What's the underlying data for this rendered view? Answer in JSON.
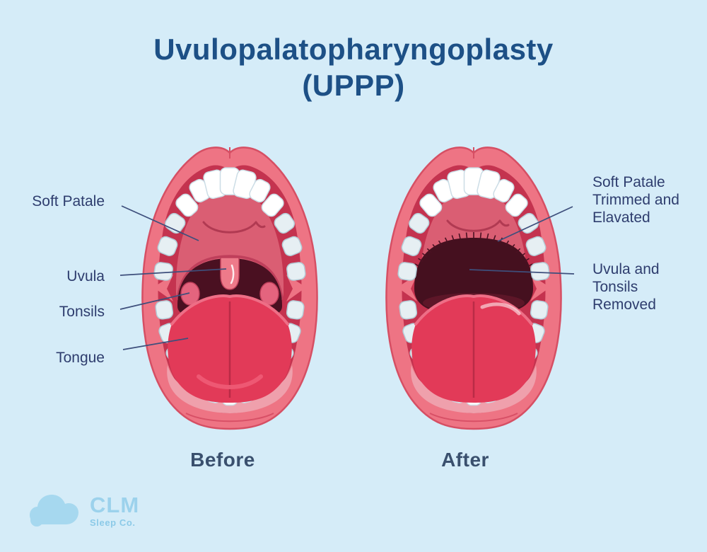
{
  "title": {
    "line1": "Uvulopalatopharyngoplasty",
    "line2": "(UPPP)"
  },
  "before": {
    "caption": "Before",
    "labels": {
      "soft_palate": "Soft Patale",
      "uvula": "Uvula",
      "tonsils": "Tonsils",
      "tongue": "Tongue"
    }
  },
  "after": {
    "caption": "After",
    "labels": {
      "soft_palate_trimmed": "Soft Patale Trimmed and Elavated",
      "uvula_tonsils_removed": "Uvula and Tonsils Removed"
    }
  },
  "logo": {
    "brand": "CLM",
    "subtitle": "Sleep Co."
  },
  "colors": {
    "background": "#d5ecf8",
    "title_text": "#1d5086",
    "label_text": "#2e3d6e",
    "leader_line": "#3e4f7c",
    "caption_text": "#3a506e",
    "lips": "#ee7484",
    "gum_ring": "#c4334f",
    "palate": "#da5e73",
    "throat_dark": "#4a1021",
    "tongue": "#e23a58",
    "tonsil": "#e4647e",
    "teeth": "#ffffff",
    "logo_blue": "#9cd2ec"
  }
}
